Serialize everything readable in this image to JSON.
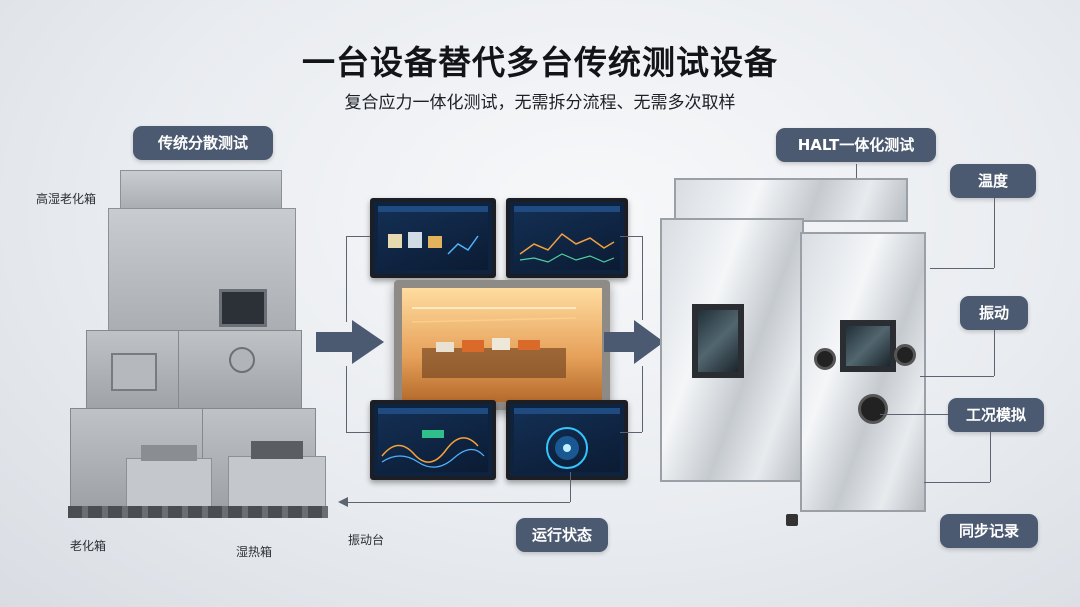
{
  "title": "一台设备替代多台传统测试设备",
  "subtitle": "复合应力一体化测试，无需拆分流程、无需多次取样",
  "left_section": {
    "label": "传统分散测试",
    "machine_labels": {
      "humidity_aging": "高湿老化箱",
      "aging": "老化箱",
      "damp_heat": "湿热箱",
      "vibration_table": "振动台"
    }
  },
  "right_section": {
    "label": "HALT一体化测试",
    "features": [
      "温度",
      "振动",
      "工况模拟",
      "同步记录"
    ]
  },
  "center": {
    "status_label": "运行状态"
  },
  "colors": {
    "pill_bg": "#4b5a70",
    "chamber_glow": "#e6a15a",
    "monitor_bg": "#0e2340"
  }
}
